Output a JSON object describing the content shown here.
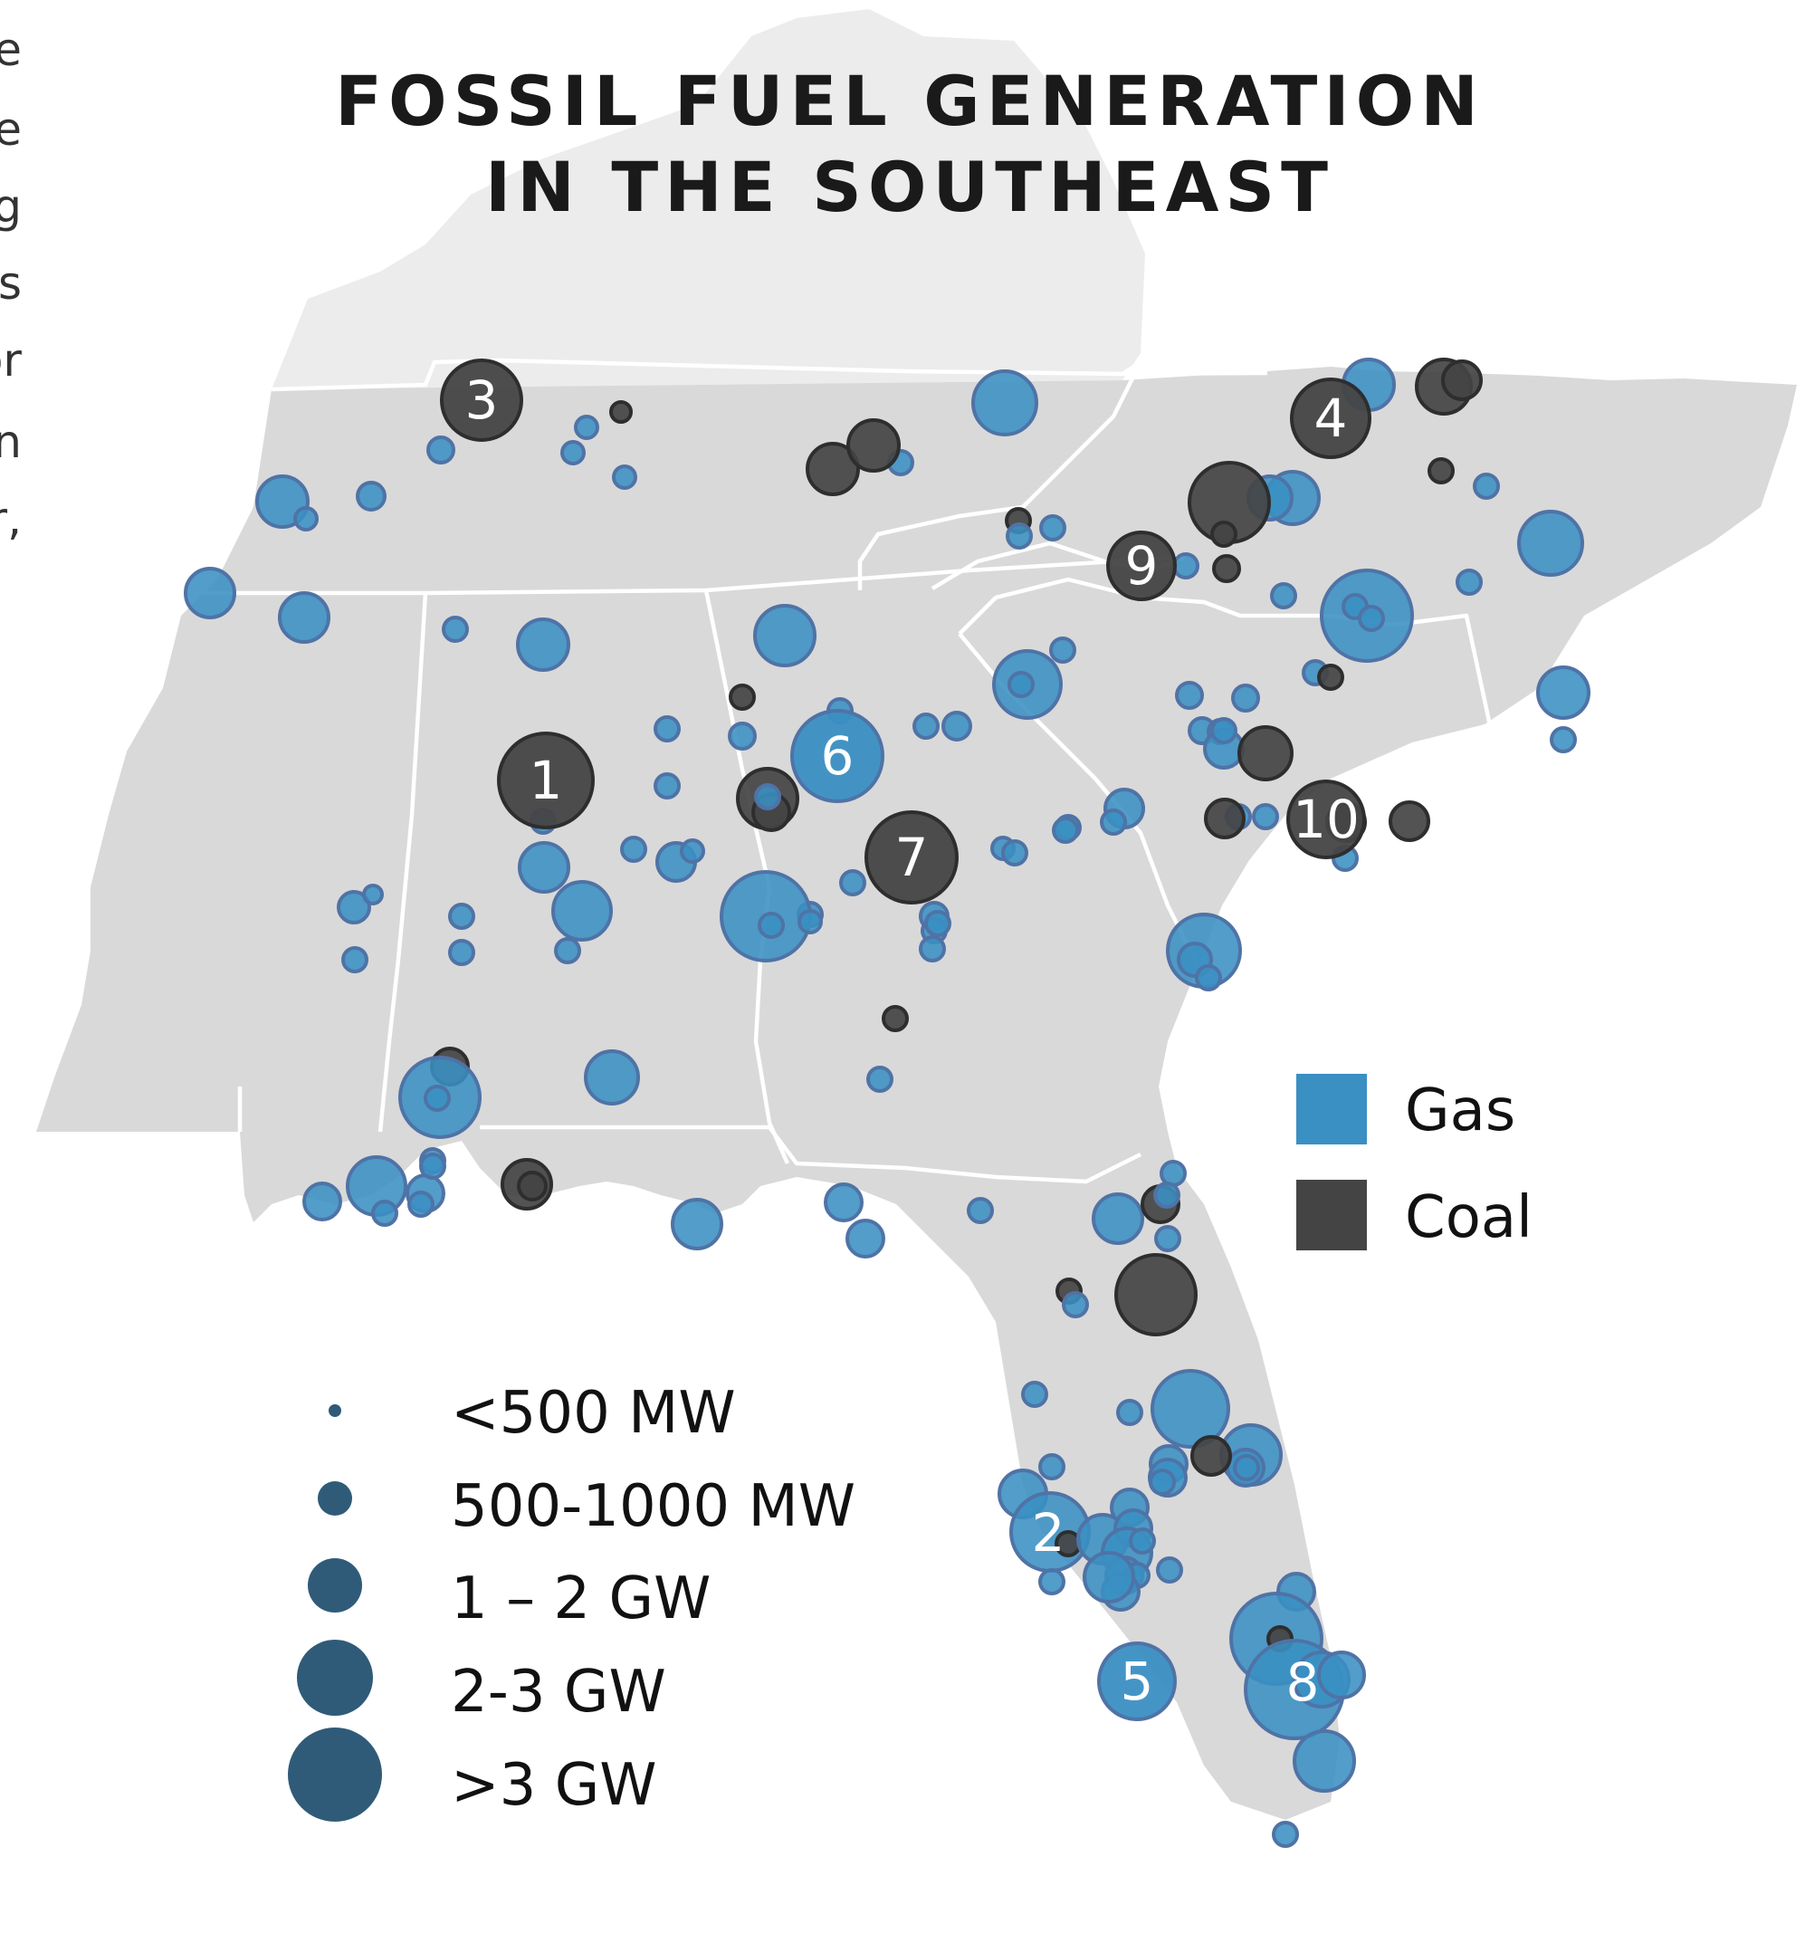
{
  "title": {
    "line1": "FOSSIL FUEL GENERATION",
    "line2": "IN THE SOUTHEAST"
  },
  "intro_fragments": [
    "e",
    "e",
    "g",
    "s",
    "or",
    "n",
    "r,"
  ],
  "colors": {
    "land": "#d9d9d9",
    "land_light": "#ececec",
    "border": "#ffffff",
    "gas": "#3a8fc3",
    "gas_stroke": "#4f73a6",
    "coal": "#444444",
    "coal_stroke": "#2e2e2e",
    "size_legend": "#2f5b78"
  },
  "fuel_legend": [
    {
      "label": "Gas",
      "color": "#3a8fc3"
    },
    {
      "label": "Coal",
      "color": "#444444"
    }
  ],
  "size_legend": [
    {
      "label": "<500 MW"
    },
    {
      "label": "500-1000 MW"
    },
    {
      "label": "1 – 2 GW"
    },
    {
      "label": "2-3 GW"
    },
    {
      "label": ">3 GW"
    }
  ],
  "numbered_plants": [
    {
      "label": "1",
      "fuel": "coal"
    },
    {
      "label": "2",
      "fuel": "gas"
    },
    {
      "label": "3",
      "fuel": "coal"
    },
    {
      "label": "4",
      "fuel": "coal"
    },
    {
      "label": "5",
      "fuel": "gas"
    },
    {
      "label": "6",
      "fuel": "gas"
    },
    {
      "label": "7",
      "fuel": "coal"
    },
    {
      "label": "8",
      "fuel": "gas"
    },
    {
      "label": "9",
      "fuel": "coal"
    },
    {
      "label": "10",
      "fuel": "coal"
    }
  ]
}
